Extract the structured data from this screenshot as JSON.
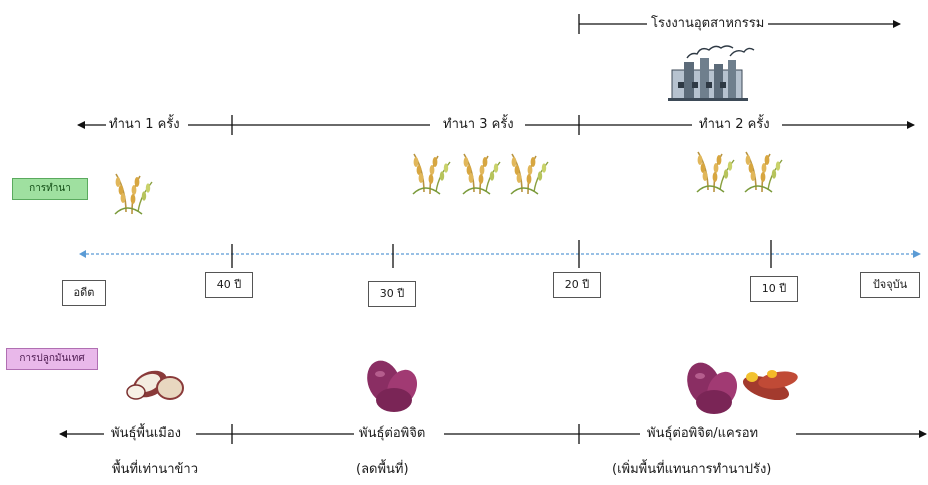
{
  "factory_label": "โรงงานอุตสาหกรรม",
  "rice_periods": [
    "ทำนา 1 ครั้ง",
    "ทำนา 3 ครั้ง",
    "ทำนา 2 ครั้ง"
  ],
  "rice_category": "การทำนา",
  "timeline": {
    "start": "อดีต",
    "ticks": [
      "40 ปี",
      "30 ปี",
      "20 ปี",
      "10 ปี"
    ],
    "end": "ปัจจุบัน"
  },
  "cassava_category": "การปลูกมันเทศ",
  "cassava_periods": [
    "พันธุ์พื้นเมือง",
    "พันธุ์ต่อพิจิต",
    "พันธุ์ต่อพิจิต/แครอท"
  ],
  "cassava_notes": [
    "พื้นที่เท่านาข้าว",
    "(ลดพื้นที่)",
    "(เพิ่มพื้นที่แทนการทำนาปรัง)"
  ],
  "colors": {
    "timeline_axis": "#5b9bd5",
    "rice_tag_bg": "#9fe0a0",
    "cassava_tag_bg": "#e9b8ea",
    "potato_skin": "#8a2e63"
  }
}
